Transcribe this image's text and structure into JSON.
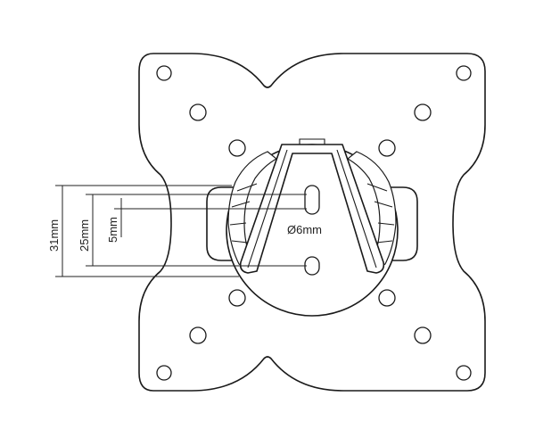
{
  "dimensions": {
    "outer": "31mm",
    "middle": "25mm",
    "inner": "5mm",
    "hole": "Ø6mm"
  },
  "colors": {
    "line": "#1a1a1a",
    "background": "#ffffff"
  }
}
